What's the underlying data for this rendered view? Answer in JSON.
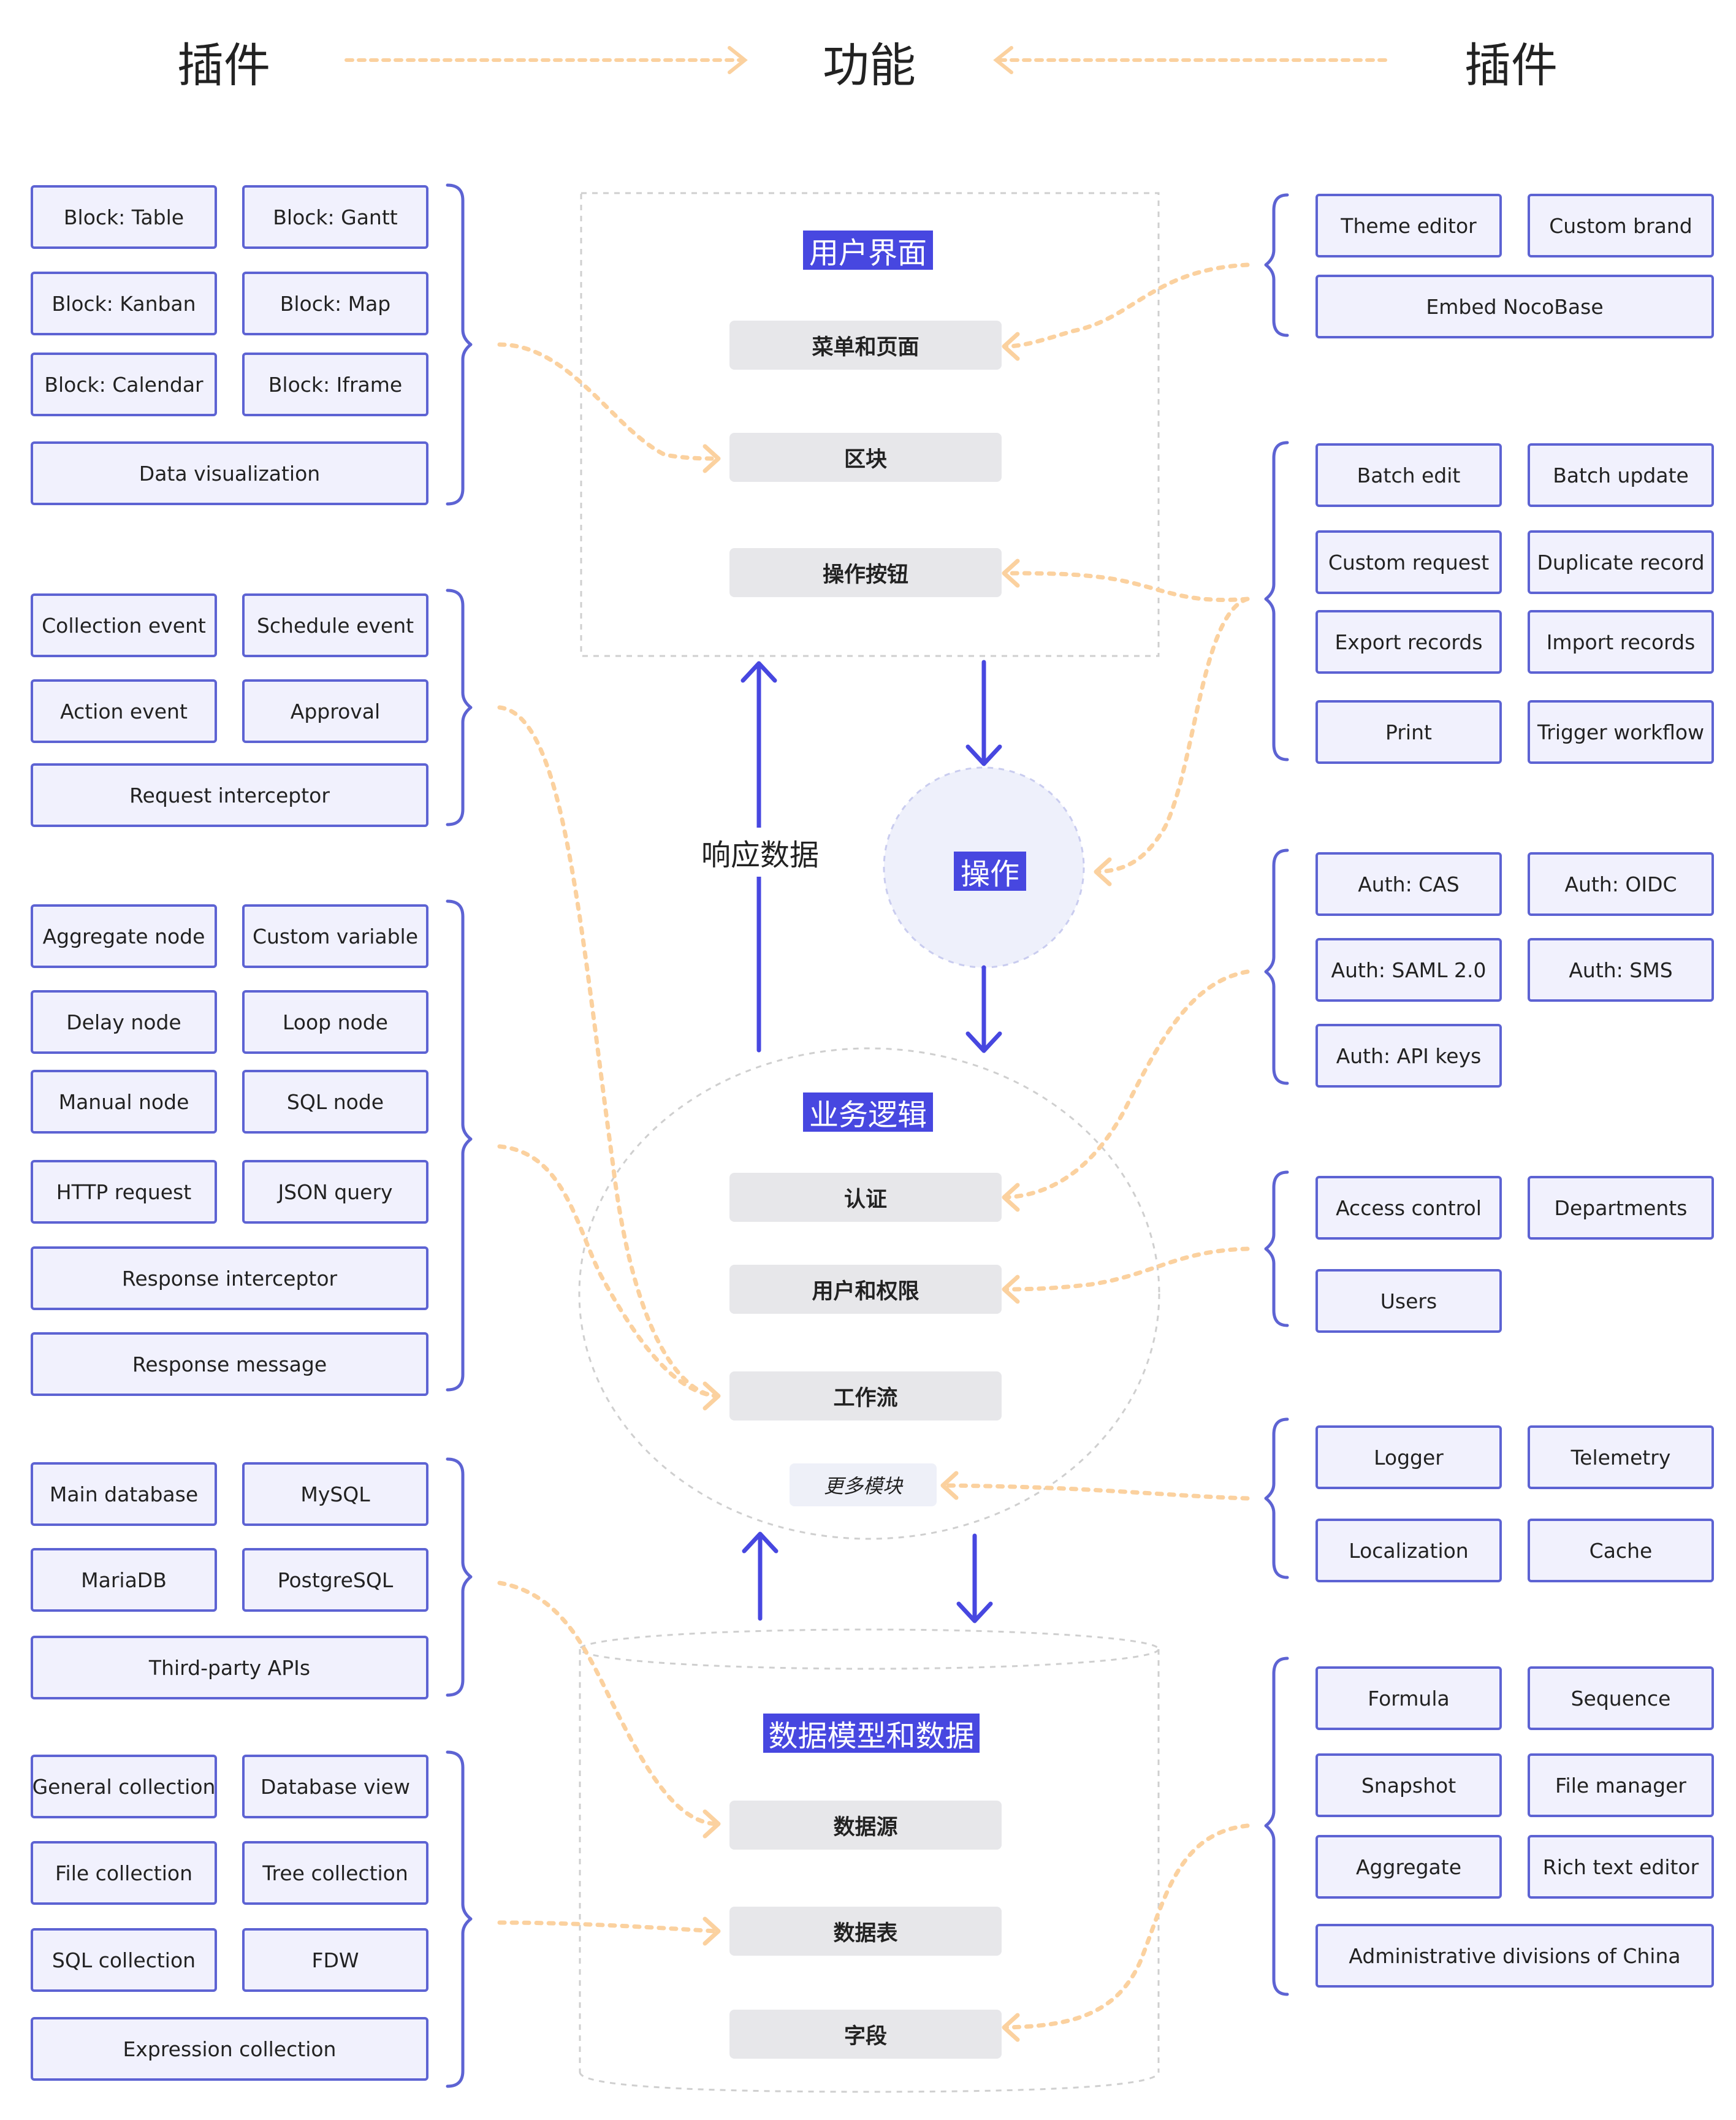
{
  "header": {
    "left_title": "插件",
    "center_title": "功能",
    "right_title": "插件"
  },
  "center": {
    "ui": {
      "label": "用户界面",
      "items": [
        "菜单和页面",
        "区块",
        "操作按钮"
      ]
    },
    "operation": {
      "label": "操作"
    },
    "response_label": "响应数据",
    "business": {
      "label": "业务逻辑",
      "items": [
        "认证",
        "用户和权限",
        "工作流"
      ],
      "more": "更多模块"
    },
    "data": {
      "label": "数据模型和数据",
      "items": [
        "数据源",
        "数据表",
        "字段"
      ]
    }
  },
  "left_groups": [
    {
      "items": [
        "Block: Table",
        "Block: Gantt",
        "Block: Kanban",
        "Block: Map",
        "Block: Calendar",
        "Block: Iframe",
        "Data visualization"
      ]
    },
    {
      "items": [
        "Collection event",
        "Schedule event",
        "Action event",
        "Approval",
        "Request interceptor"
      ]
    },
    {
      "items": [
        "Aggregate node",
        "Custom variable",
        "Delay node",
        "Loop node",
        "Manual node",
        "SQL node",
        "HTTP request",
        "JSON query",
        "Response interceptor",
        "Response message"
      ]
    },
    {
      "items": [
        "Main database",
        "MySQL",
        "MariaDB",
        "PostgreSQL",
        "Third-party APIs"
      ]
    },
    {
      "items": [
        "General collection",
        "Database view",
        "File collection",
        "Tree collection",
        "SQL collection",
        "FDW",
        "Expression collection"
      ]
    }
  ],
  "right_groups": [
    {
      "items": [
        "Theme editor",
        "Custom brand",
        "Embed NocoBase"
      ]
    },
    {
      "items": [
        "Batch edit",
        "Batch update",
        "Custom request",
        "Duplicate record",
        "Export records",
        "Import records",
        "Print",
        "Trigger workflow"
      ]
    },
    {
      "items": [
        "Auth: CAS",
        "Auth: OIDC",
        "Auth: SAML 2.0",
        "Auth: SMS",
        "Auth: API keys"
      ]
    },
    {
      "items": [
        "Access control",
        "Departments",
        "Users"
      ]
    },
    {
      "items": [
        "Logger",
        "Telemetry",
        "Localization",
        "Cache"
      ]
    },
    {
      "items": [
        "Formula",
        "Sequence",
        "Snapshot",
        "File manager",
        "Aggregate",
        "Rich text editor",
        "Administrative divisions of China"
      ]
    }
  ],
  "colors": {
    "accent": "#4747e0",
    "box_border": "#5d63d3",
    "box_fill": "#f1f1fd",
    "connector": "#fbd19f",
    "module_fill": "#e7e7ea"
  }
}
